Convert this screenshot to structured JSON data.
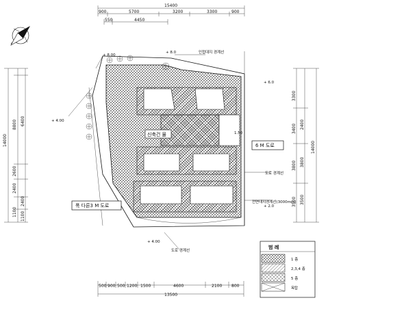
{
  "top_dims": {
    "overall": "15400",
    "row1": [
      "900",
      "5700",
      "3200",
      "3300",
      "900"
    ],
    "row2": [
      "550",
      "4450"
    ]
  },
  "bottom_dims": {
    "overall": "13500",
    "row1": [
      "500",
      "900",
      "500",
      "1200",
      "1500",
      "4600",
      "2100",
      "800"
    ]
  },
  "left_dims": {
    "overall": "14000",
    "inner": [
      "6400",
      "2400",
      "1100"
    ],
    "outer": [
      "8800",
      "2600",
      "2400",
      "1100"
    ]
  },
  "right_dims": {
    "overall": "14000",
    "inner": [
      "3300",
      "3400",
      "3800",
      "3500"
    ],
    "outer": [
      "2400",
      "3800",
      "3500"
    ]
  },
  "levels": {
    "top": "+ 8.0",
    "top_left": "+ 8.00",
    "left": "+ 4.00",
    "right": "+ 6.0",
    "bottom_right": "+ 2.0",
    "bottom": "+ 4.00",
    "middle": "1.50"
  },
  "labels": {
    "top_callout": "인접대지 경계선",
    "road_right": "6 M 도로",
    "road_left": "폭 다른3 M 도로",
    "mid_callout": "도로 경계선",
    "right_callout": "전면대지경계선(3000mm)",
    "bottom_callout": "도로 경계선",
    "center_box": "신축건 물"
  },
  "legend": {
    "title": "범    례",
    "items": [
      {
        "pattern": "dense",
        "label": "1 층"
      },
      {
        "pattern": "grid",
        "label": "2,3,4 층"
      },
      {
        "pattern": "cross",
        "label": "5 층"
      },
      {
        "pattern": "x",
        "label": "옥탑"
      }
    ]
  },
  "icons": [
    "north-arrow-icon"
  ]
}
